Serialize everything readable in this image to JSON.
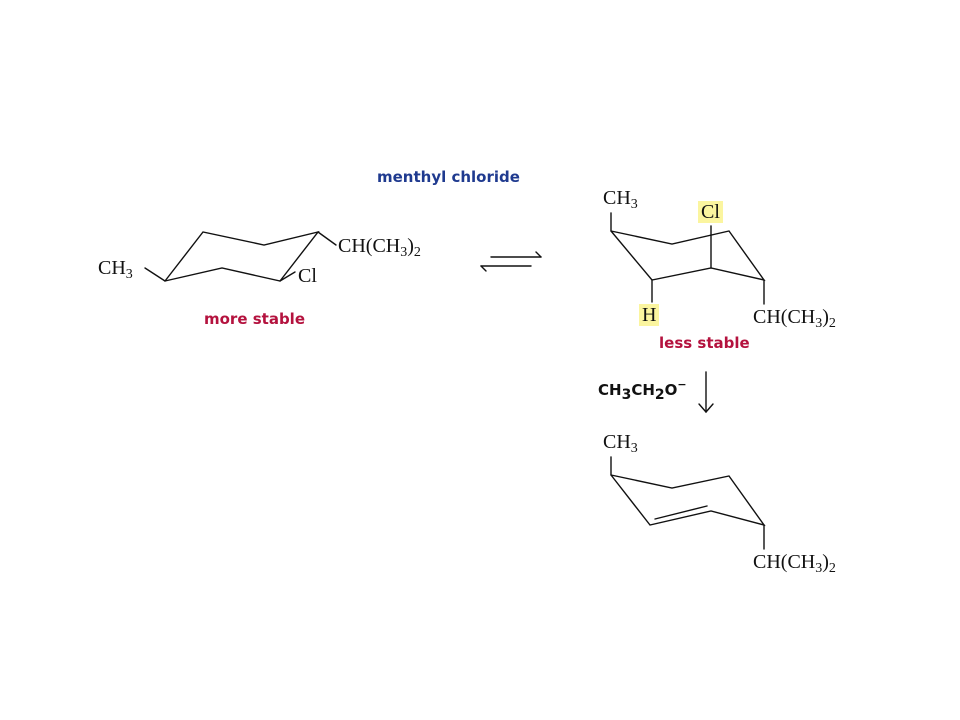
{
  "title": "menthyl chloride",
  "left_molecule": {
    "methyl": {
      "main": "CH",
      "sub": "3"
    },
    "isopropyl": {
      "main": "CH(CH",
      "sub1": "3",
      "close": ")",
      "sub2": "2"
    },
    "chloro": "Cl",
    "caption": "more stable"
  },
  "right_molecule": {
    "methyl": {
      "main": "CH",
      "sub": "3"
    },
    "chloro": "Cl",
    "hydrogen": "H",
    "isopropyl": {
      "main": "CH(CH",
      "sub1": "3",
      "close": ")",
      "sub2": "2"
    },
    "caption": "less stable"
  },
  "reagent": {
    "p1": "CH",
    "s1": "3",
    "p2": "CH",
    "s2": "2",
    "p3": "O",
    "sup": "−"
  },
  "product": {
    "methyl": {
      "main": "CH",
      "sub": "3"
    },
    "isopropyl": {
      "main": "CH(CH",
      "sub1": "3",
      "close": ")",
      "sub2": "2"
    }
  },
  "colors": {
    "title": "#1f3a8f",
    "caption": "#b4123e",
    "highlight": "#fbf59f",
    "bond": "#111111"
  }
}
